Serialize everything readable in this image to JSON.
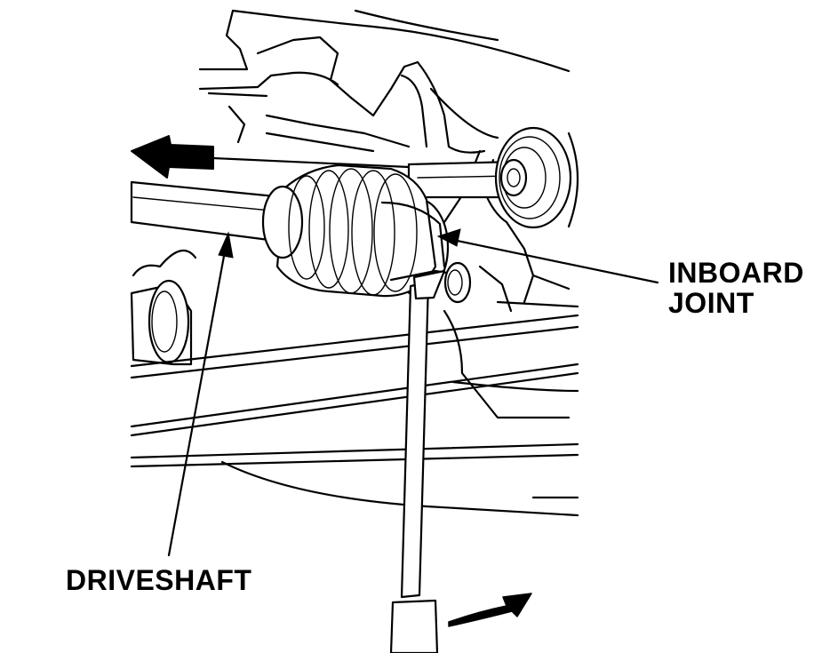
{
  "labels": {
    "inboard_joint_line1": "INBOARD",
    "inboard_joint_line2": "JOINT",
    "driveshaft": "DRIVESHAFT"
  },
  "icons": {
    "pull_direction": "arrow-left-icon",
    "pry_direction": "curved-arrow-icon"
  },
  "colors": {
    "ink": "#000000",
    "paper": "#ffffff"
  }
}
